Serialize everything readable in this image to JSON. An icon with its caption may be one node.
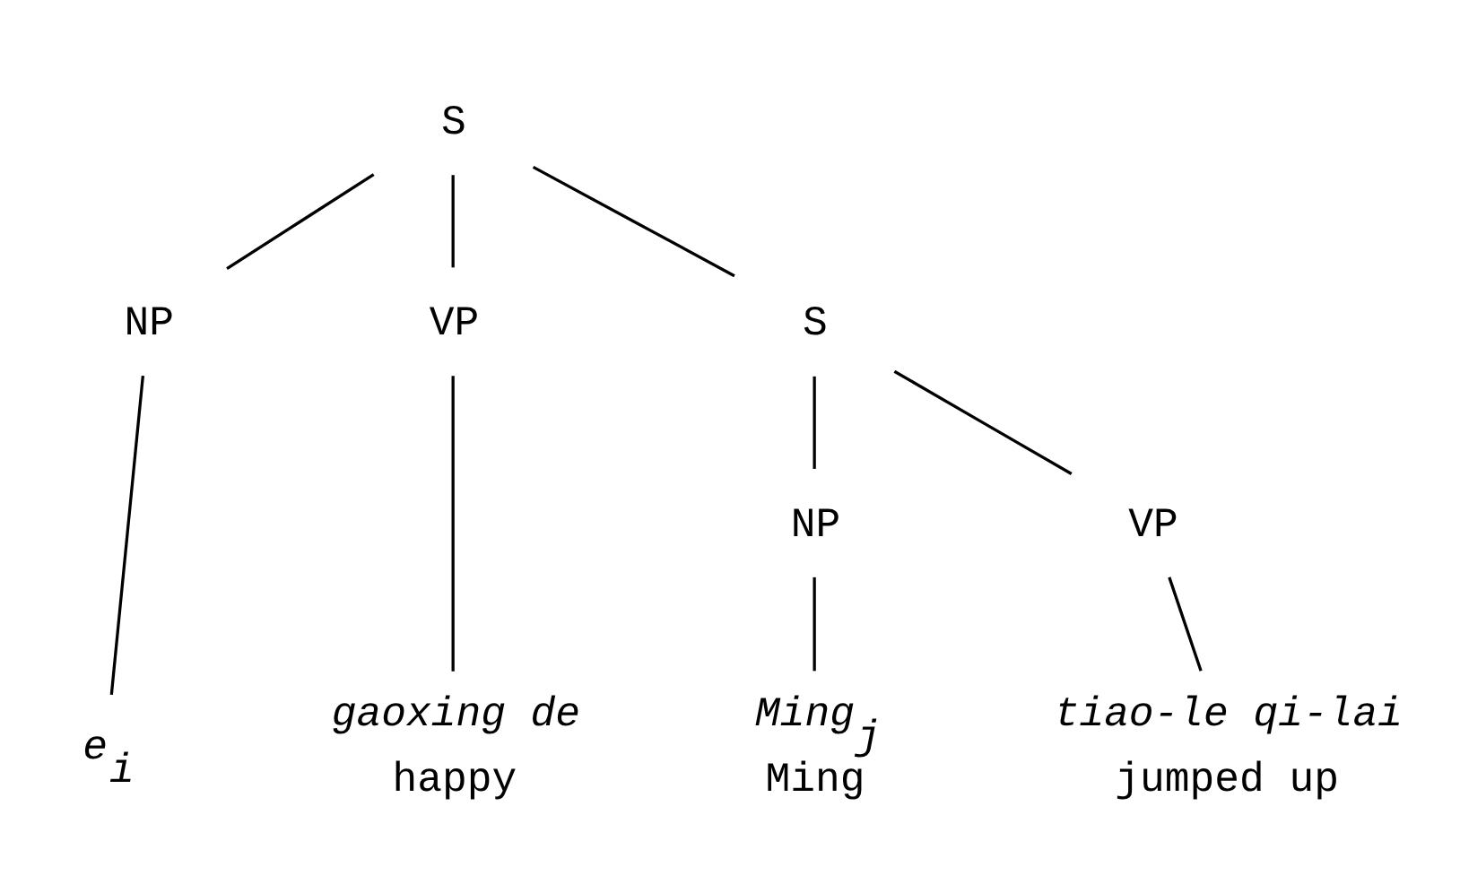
{
  "diagram": {
    "nodes": [
      {
        "text": [
          "S"
        ]
      },
      {
        "text": [
          "NP"
        ]
      },
      {
        "text": [
          "VP"
        ]
      },
      {
        "text": [
          "e$_{i}$"
        ]
      },
      {
        "text": [
          "gaoxing de"
        ],
        "beside": [
          "happy"
        ]
      },
      {
        "text": [
          "S"
        ]
      },
      {
        "text": [
          "NP"
        ]
      },
      {
        "text": [
          "VP"
        ]
      },
      {
        "text": [
          "Ming$_{j}$"
        ],
        "beside": [
          "Ming"
        ]
      },
      {
        "text": [
          "tiao-le qi-lai"
        ],
        "beside": [
          "jumped up"
        ]
      }
    ],
    "edges": [
      {
        "from": 0,
        "to": 5,
        "arrow": "none"
      },
      {
        "from": 0,
        "to": 1,
        "arrow": "none"
      },
      {
        "from": 0,
        "to": 2,
        "arrow": "none"
      },
      {
        "from": 1,
        "to": 3,
        "arrow": "none"
      },
      {
        "from": 2,
        "to": 4,
        "arrow": "none"
      },
      {
        "from": 5,
        "to": 6,
        "arrow": "none"
      },
      {
        "from": 5,
        "to": 7,
        "arrow": "none"
      },
      {
        "from": 6,
        "to": 8,
        "arrow": "none"
      },
      {
        "from": 7,
        "to": 9,
        "arrow": "none"
      }
    ]
  }
}
